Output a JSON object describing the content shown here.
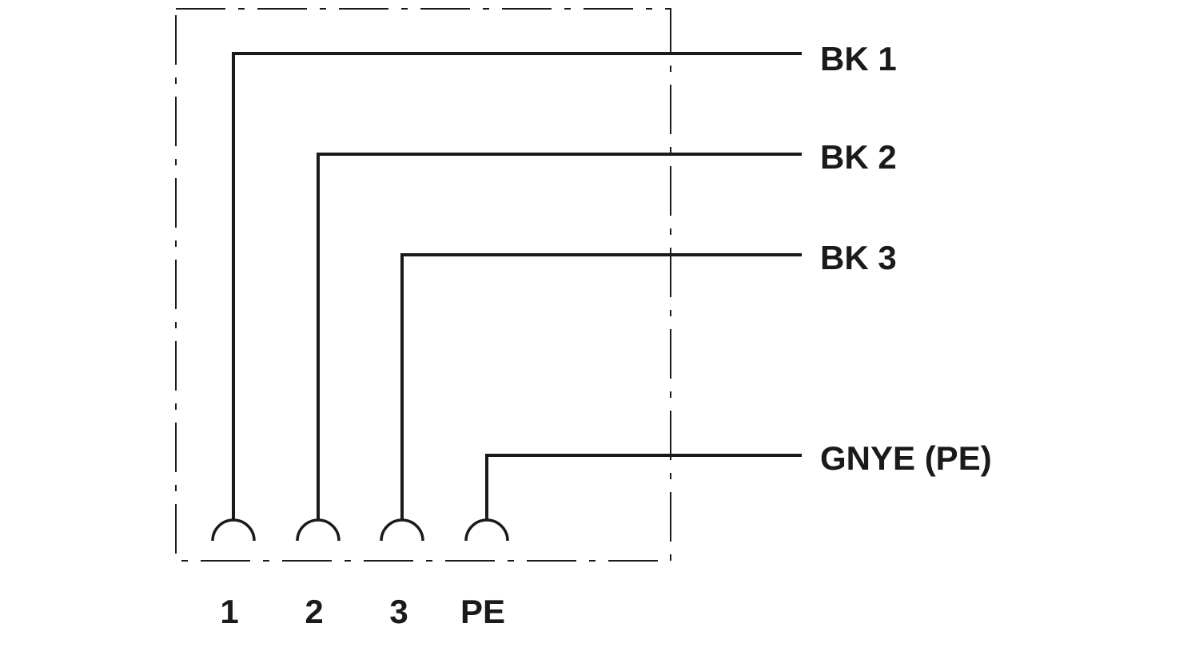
{
  "wires": [
    {
      "pin": "1",
      "label": "BK 1"
    },
    {
      "pin": "2",
      "label": "BK 2"
    },
    {
      "pin": "3",
      "label": "BK 3"
    },
    {
      "pin": "PE",
      "label": "GNYE (PE)"
    }
  ],
  "colors": {
    "line": "#1a1a1a",
    "background": "#ffffff"
  }
}
